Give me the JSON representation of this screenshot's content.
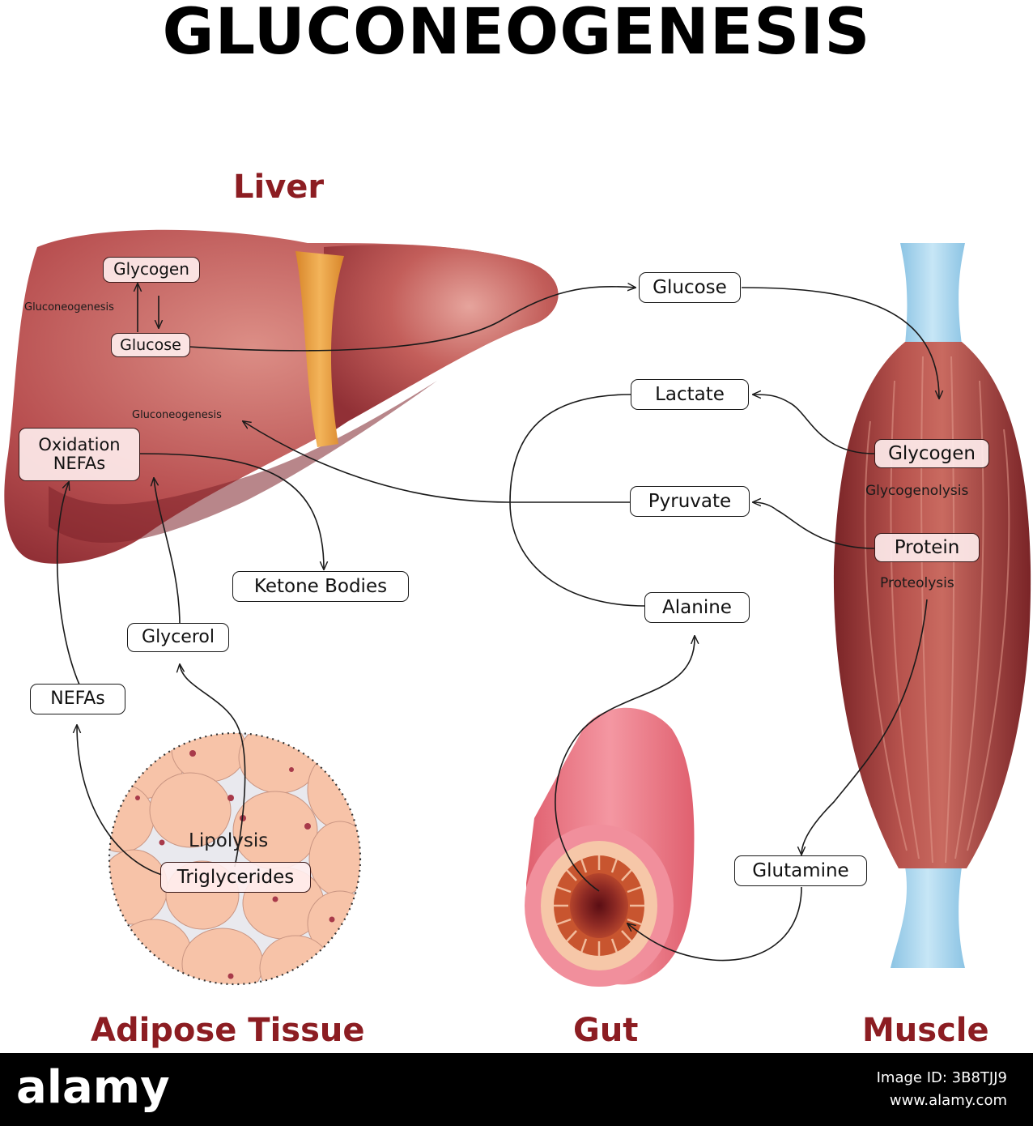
{
  "title": "GLUCONEOGENESIS",
  "colors": {
    "label": "#8c1d22",
    "liver": "#b04848",
    "liver_band": "#e79a3a",
    "muscle": "#9a3a36",
    "tendon": "#a9d6ee",
    "gut": "#e6707e",
    "adipose_cell": "#f5c1a6",
    "arrow": "#1a1a1a"
  },
  "organs": {
    "liver": "Liver",
    "adipose": "Adipose Tissue",
    "gut": "Gut",
    "muscle": "Muscle"
  },
  "liver_nodes": {
    "glycogen": "Glycogen",
    "glucose": "Glucose",
    "gluconeogenesis_left": "Gluconeogenesis",
    "gluconeogenesis_mid": "Gluconeogenesis",
    "oxidation_line1": "Oxidation",
    "oxidation_line2": "NEFAs"
  },
  "nodes": {
    "glucose": "Glucose",
    "lactate": "Lactate",
    "pyruvate": "Pyruvate",
    "alanine": "Alanine",
    "ketone_bodies": "Ketone Bodies",
    "glycerol": "Glycerol",
    "nefas": "NEFAs",
    "glutamine": "Glutamine"
  },
  "muscle_nodes": {
    "glycogen": "Glycogen",
    "glycogenolysis": "Glycogenolysis",
    "protein": "Protein",
    "proteolysis": "Proteolysis"
  },
  "adipose_nodes": {
    "lipolysis": "Lipolysis",
    "triglycerides": "Triglycerides"
  },
  "footer": {
    "brand": "alamy",
    "image_id": "Image ID: 3B8TJJ9",
    "url": "www.alamy.com"
  }
}
